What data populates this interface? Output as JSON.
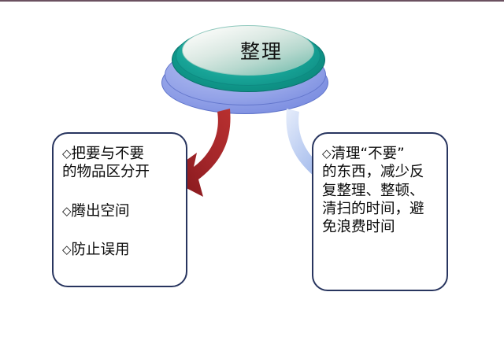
{
  "page": {
    "title": "整理",
    "background_color": "#ffffff",
    "top_rule_color": "#6b5160"
  },
  "disc": {
    "label": "整理",
    "teal_color": "#10998b",
    "teal_inner_color": "#17a396",
    "base_color": "#8d9de6",
    "face_highlight": "#ffffff",
    "name": "integrate-disc"
  },
  "arrows": [
    {
      "id": "left-arrow",
      "icon": "curved-arrow-down-left-icon",
      "color": "#a8252a",
      "color_dark": "#7d1418",
      "direction": "down-left"
    },
    {
      "id": "right-arrow",
      "icon": "curved-arrow-down-right-icon",
      "color": "#9bb4ea",
      "color_light": "#dde6f9",
      "direction": "down-right"
    }
  ],
  "boxes": {
    "left": {
      "name": "benefits-box",
      "border_color": "#28355f",
      "bullet_glyph": "◇",
      "lines": [
        "把要与不要",
        "的物品区分开"
      ],
      "items": [
        "腾出空间",
        "防止误用"
      ]
    },
    "right": {
      "name": "purpose-box",
      "border_color": "#28355f",
      "bullet_glyph": "◇",
      "lines": [
        "清理“不要”",
        "的东西，减少反",
        "复整理、整顿、",
        "清扫的时间，避",
        "免浪费时间"
      ]
    }
  }
}
